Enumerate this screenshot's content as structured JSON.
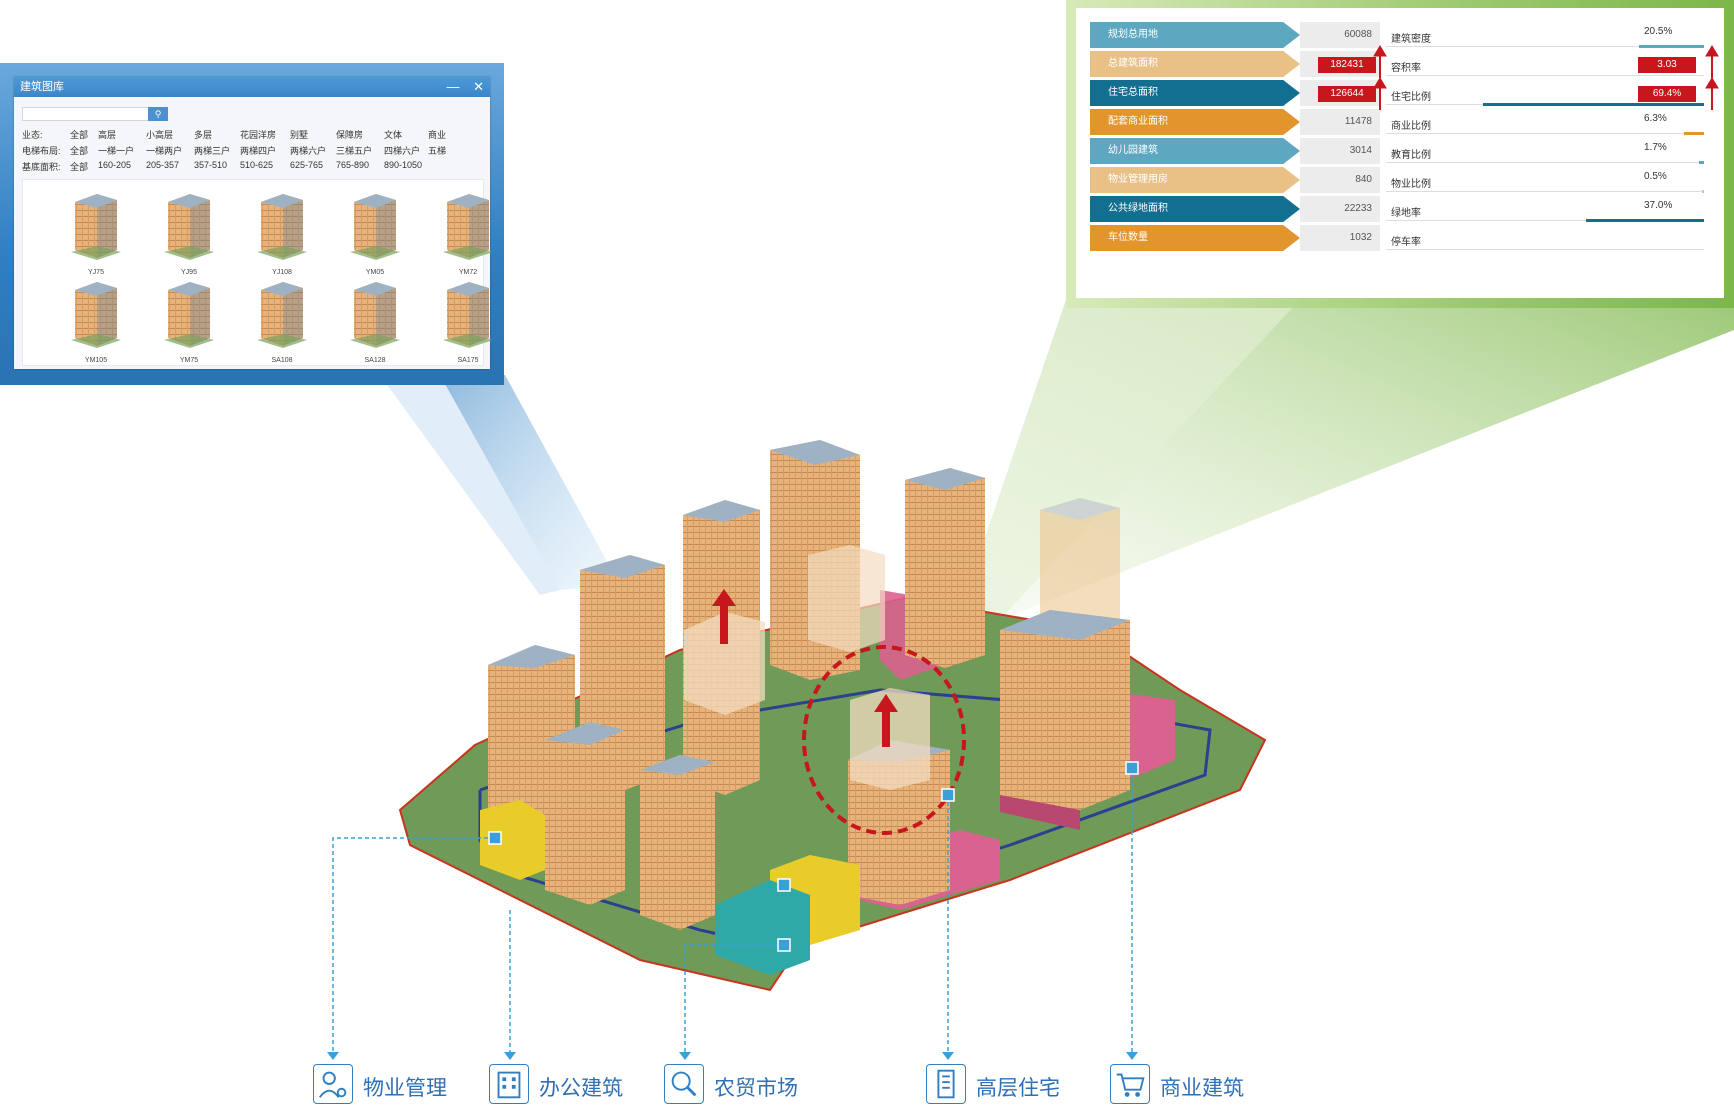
{
  "library": {
    "title": "建筑图库",
    "minimize_glyph": "—",
    "close_glyph": "✕",
    "search_icon": "search-icon",
    "filters": [
      {
        "label": "业态:",
        "options": [
          "全部",
          "高层",
          "小高层",
          "多层",
          "花园洋房",
          "别墅",
          "保障房",
          "文体",
          "商业"
        ]
      },
      {
        "label": "电梯布局:",
        "options": [
          "全部",
          "一梯一户",
          "一梯两户",
          "两梯三户",
          "两梯四户",
          "两梯六户",
          "三梯五户",
          "四梯六户",
          "五梯"
        ]
      },
      {
        "label": "基底面积:",
        "options": [
          "全部",
          "160-205",
          "205-357",
          "357-510",
          "510-625",
          "625-765",
          "765-890",
          "890-1050"
        ]
      }
    ],
    "models": [
      "YJ75",
      "YJ95",
      "YJ108",
      "YM05",
      "YM72",
      "YM105",
      "YM75",
      "SA108",
      "SA128",
      "SA175"
    ]
  },
  "stats": {
    "left": [
      {
        "label": "规划总用地",
        "value": "60088",
        "color": "#5ea7c0",
        "highlight": false
      },
      {
        "label": "总建筑面积",
        "value": "182431",
        "color": "#e9c187",
        "highlight": true
      },
      {
        "label": "住宅总面积",
        "value": "126644",
        "color": "#136f8f",
        "highlight": true
      },
      {
        "label": "配套商业面积",
        "value": "11478",
        "color": "#e3952d",
        "highlight": false
      },
      {
        "label": "幼儿园建筑",
        "value": "3014",
        "color": "#5ea7c0",
        "highlight": false
      },
      {
        "label": "物业管理用房",
        "value": "840",
        "color": "#e9c187",
        "highlight": false
      },
      {
        "label": "公共绿地面积",
        "value": "22233",
        "color": "#136f8f",
        "highlight": false
      },
      {
        "label": "车位数量",
        "value": "1032",
        "color": "#e3952d",
        "highlight": false
      }
    ],
    "right": [
      {
        "label": "建筑密度",
        "value": "20.5%",
        "fraction": 0.205,
        "bar_color": "#5ea7c0",
        "highlight": false
      },
      {
        "label": "容积率",
        "value": "3.03",
        "fraction": 0.0,
        "bar_color": "#c8161d",
        "highlight": true
      },
      {
        "label": "住宅比例",
        "value": "69.4%",
        "fraction": 0.694,
        "bar_color": "#136f8f",
        "highlight": true
      },
      {
        "label": "商业比例",
        "value": "6.3%",
        "fraction": 0.063,
        "bar_color": "#e3952d",
        "highlight": false
      },
      {
        "label": "教育比例",
        "value": "1.7%",
        "fraction": 0.017,
        "bar_color": "#5ea7c0",
        "highlight": false
      },
      {
        "label": "物业比例",
        "value": "0.5%",
        "fraction": 0.005,
        "bar_color": "#e9c187",
        "highlight": false
      },
      {
        "label": "绿地率",
        "value": "37.0%",
        "fraction": 0.37,
        "bar_color": "#136f8f",
        "highlight": false
      },
      {
        "label": "停车率",
        "value": "",
        "fraction": 0.0,
        "bar_color": "#e3952d",
        "highlight": false
      }
    ]
  },
  "legend": [
    {
      "label": "物业管理",
      "icon": "property-management-icon"
    },
    {
      "label": "办公建筑",
      "icon": "office-building-icon"
    },
    {
      "label": "农贸市场",
      "icon": "market-search-icon"
    },
    {
      "label": "高层住宅",
      "icon": "highrise-icon"
    },
    {
      "label": "商业建筑",
      "icon": "shopping-cart-icon"
    }
  ],
  "colors": {
    "ground": "#6f9a57",
    "tower": "#e8b37a",
    "tower_dark": "#c98e55",
    "roof": "#9fb2c4",
    "commercial": "#d9628f",
    "office": "#e8cc2a",
    "market": "#2fa9a8",
    "route": "#2d3f8f",
    "arrow": "#c8161d",
    "callout": "#3ca0d8"
  }
}
